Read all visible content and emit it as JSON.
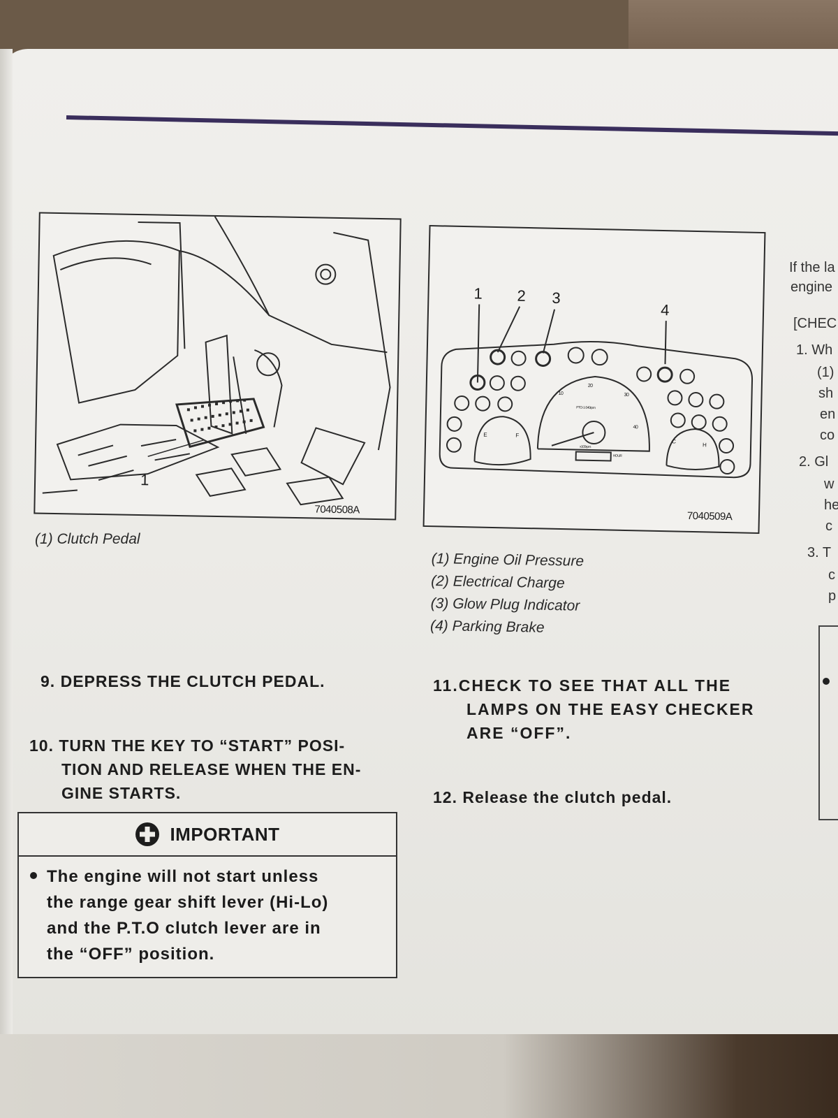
{
  "figure_left": {
    "callout": "1",
    "code": "7040508A",
    "caption": "(1) Clutch Pedal"
  },
  "figure_right": {
    "callouts": [
      "1",
      "2",
      "3",
      "4"
    ],
    "code": "7040509A",
    "gauge_labels": [
      "10",
      "20",
      "30",
      "40",
      "PTO-1-540rpm",
      "x100rpm",
      "HOUR",
      "F",
      "E",
      "C",
      "H"
    ],
    "captions": [
      "(1) Engine Oil Pressure",
      "(2) Electrical Charge",
      "(3) Glow Plug Indicator",
      "(4) Parking Brake"
    ]
  },
  "steps": {
    "s9": {
      "num": "9.",
      "text": "DEPRESS THE CLUTCH PEDAL."
    },
    "s10": {
      "num": "10.",
      "line1": "TURN THE KEY TO “START” POSI-",
      "line2": "TION AND RELEASE WHEN THE EN-",
      "line3": "GINE STARTS."
    },
    "s11": {
      "num": "11.",
      "line1": "CHECK TO SEE THAT ALL THE",
      "line2": "LAMPS ON THE EASY CHECKER",
      "line3": "ARE “OFF”."
    },
    "s12": {
      "num": "12.",
      "text": "Release the clutch pedal."
    }
  },
  "important": {
    "title": "IMPORTANT",
    "lines": [
      "The engine will not start unless",
      "the range gear shift lever (Hi-Lo)",
      "and the P.T.O clutch lever are in",
      "the “OFF” position."
    ]
  },
  "side_fragments": [
    "If the la",
    "engine",
    "[CHEC",
    "1. Wh",
    "(1)",
    "sh",
    "en",
    "co",
    "2. Gl",
    "w",
    "he",
    "c",
    "3. T",
    "c",
    "p"
  ]
}
